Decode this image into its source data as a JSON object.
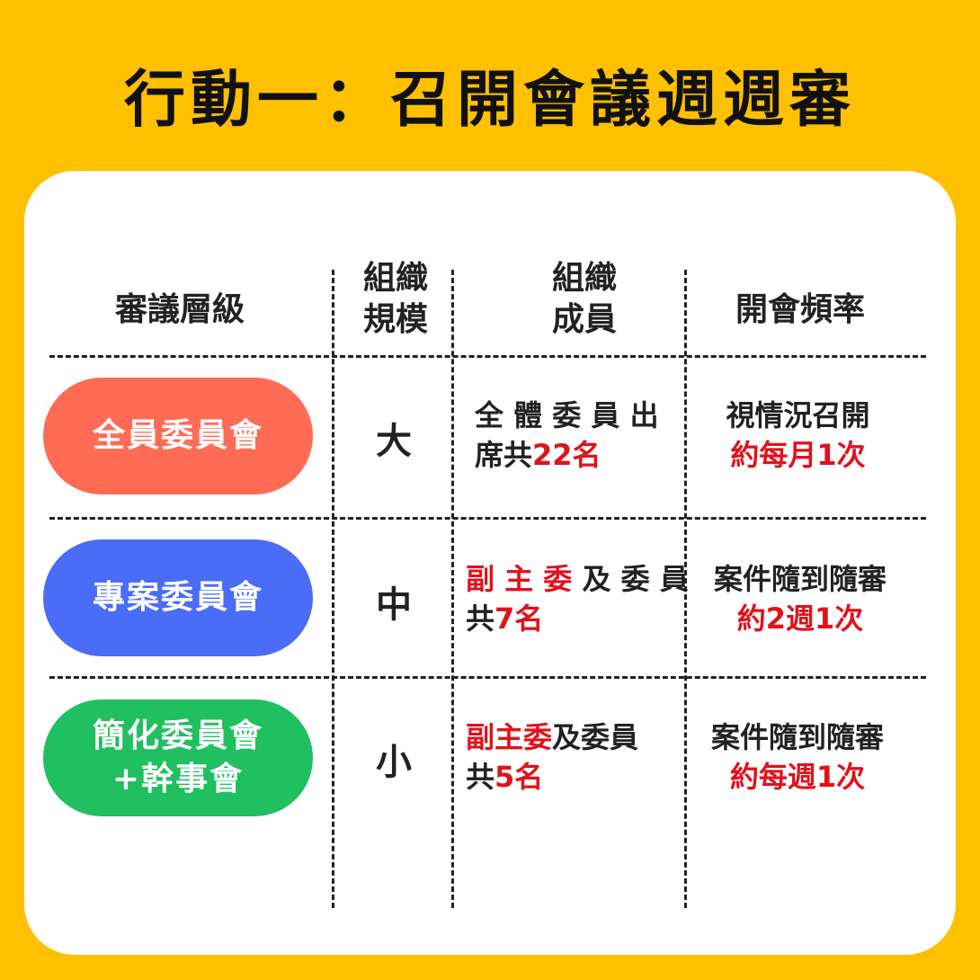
{
  "title": "行動一：召開會議週週審",
  "colors": {
    "background": "#FFC000",
    "card": "#FFFFFF",
    "highlight": "#E0121B",
    "pill_full": "#FF6B55",
    "pill_project": "#4A6CF7",
    "pill_simple": "#20BF60"
  },
  "table": {
    "headers": {
      "level": "審議層級",
      "scale_line1": "組織",
      "scale_line2": "規模",
      "members_line1": "組織",
      "members_line2": "成員",
      "frequency": "開會頻率"
    },
    "rows": [
      {
        "level_line1": "全員委員會",
        "level_line2": "",
        "scale": "大",
        "members_line1": "全 體 委 員 出",
        "members_prefix": "席共",
        "members_highlight": "22名",
        "freq_line1": "視情況召開",
        "freq_line2": "約每月1次"
      },
      {
        "level_line1": "專案委員會",
        "level_line2": "",
        "scale": "中",
        "members_highlight_a": "副 主 委",
        "members_line1_rest": " 及 委 員",
        "members_prefix": "共",
        "members_highlight": "7名",
        "freq_line1": "案件隨到隨審",
        "freq_line2": "約2週1次"
      },
      {
        "level_line1": "簡化委員會",
        "level_line2": "+幹事會",
        "scale": "小",
        "members_highlight_a": "副主委",
        "members_line1_rest": "及委員",
        "members_prefix": "共",
        "members_highlight": "5名",
        "freq_line1": "案件隨到隨審",
        "freq_line2": "約每週1次"
      }
    ]
  }
}
